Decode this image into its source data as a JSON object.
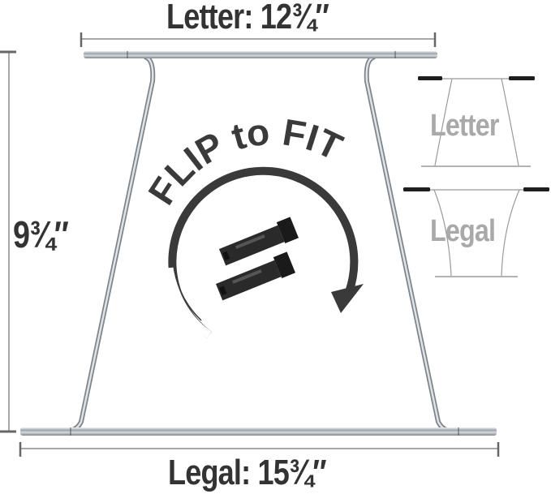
{
  "dimensions": {
    "top_label": "Letter: 12¾″",
    "bottom_label": "Legal: 15¾″",
    "height_label": "9¾″"
  },
  "callout": {
    "text": "FLIP to FIT",
    "arrow_direction": "clockwise"
  },
  "thumbnails": [
    {
      "label": "Letter"
    },
    {
      "label": "Legal"
    }
  ],
  "colors": {
    "text_dark": "#333333",
    "text_light": "#a9a9a9",
    "metal": "#b9c0c6",
    "end_caps": "#1e1e1e",
    "dimension_lines": "#8a8a8a"
  }
}
